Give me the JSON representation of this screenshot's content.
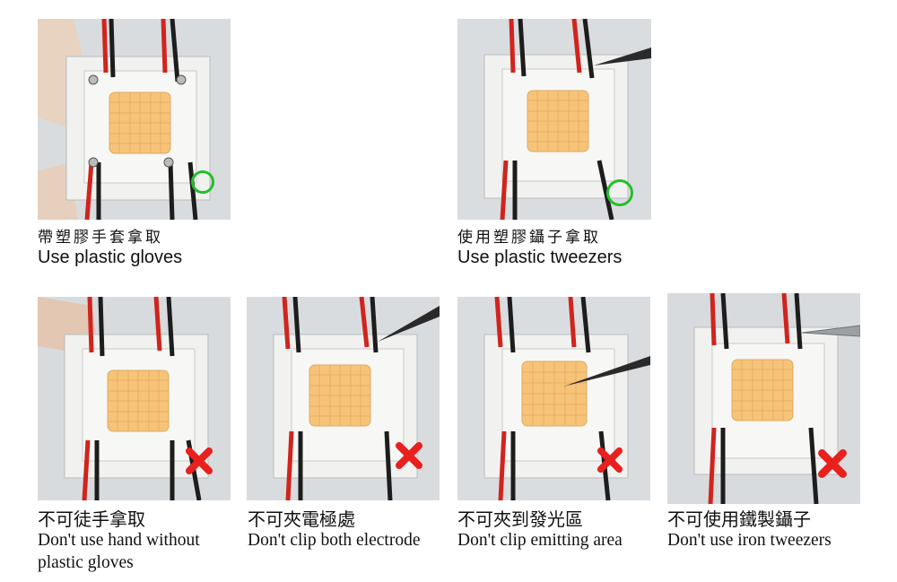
{
  "colors": {
    "ok_marker": "#22c02a",
    "bad_marker": "#e8201e",
    "led_yellow": "#f6c479",
    "board": "#eef0ee"
  },
  "icons": {
    "ok": "green-circle-icon",
    "bad": "red-x-icon"
  },
  "top": [
    {
      "cn": "帶塑膠手套拿取",
      "en": "Use plastic gloves"
    },
    {
      "cn": "使用塑膠鑷子拿取",
      "en": "Use plastic tweezers"
    }
  ],
  "bottom": [
    {
      "cn": "不可徒手拿取",
      "en": "Don't use hand without plastic gloves"
    },
    {
      "cn": "不可夾電極處",
      "en": "Don't clip both electrode"
    },
    {
      "cn": "不可夾到發光區",
      "en": "Don't clip emitting area"
    },
    {
      "cn": "不可使用鐵製鑷子",
      "en": "Don't use iron tweezers"
    }
  ]
}
